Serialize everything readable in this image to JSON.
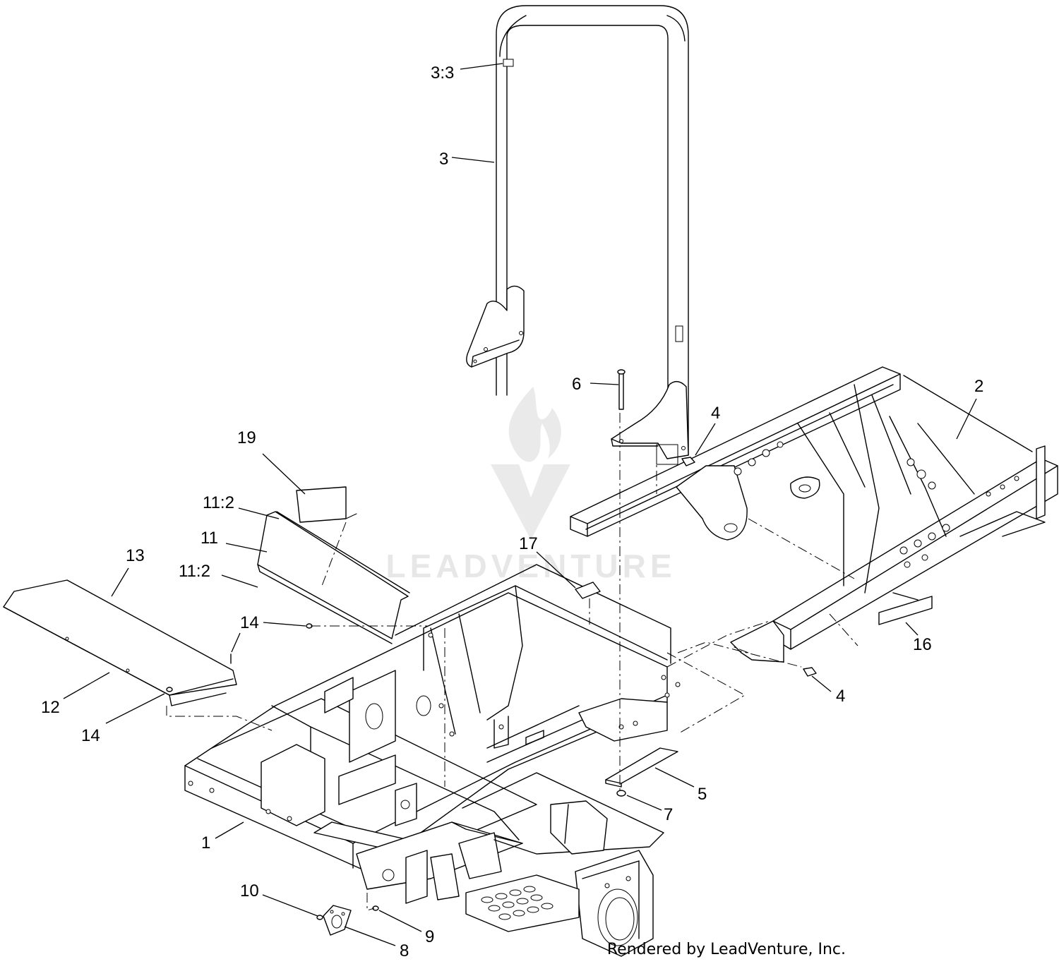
{
  "diagram": {
    "callouts": [
      {
        "id": "c-3-3",
        "text": "3:3"
      },
      {
        "id": "c-3",
        "text": "3"
      },
      {
        "id": "c-6",
        "text": "6"
      },
      {
        "id": "c-4a",
        "text": "4"
      },
      {
        "id": "c-2",
        "text": "2"
      },
      {
        "id": "c-19",
        "text": "19"
      },
      {
        "id": "c-11-2a",
        "text": "11:2"
      },
      {
        "id": "c-11",
        "text": "11"
      },
      {
        "id": "c-11-2b",
        "text": "11:2"
      },
      {
        "id": "c-13",
        "text": "13"
      },
      {
        "id": "c-17",
        "text": "17"
      },
      {
        "id": "c-14a",
        "text": "14"
      },
      {
        "id": "c-12",
        "text": "12"
      },
      {
        "id": "c-14b",
        "text": "14"
      },
      {
        "id": "c-16",
        "text": "16"
      },
      {
        "id": "c-4b",
        "text": "4"
      },
      {
        "id": "c-5",
        "text": "5"
      },
      {
        "id": "c-7",
        "text": "7"
      },
      {
        "id": "c-1",
        "text": "1"
      },
      {
        "id": "c-10",
        "text": "10"
      },
      {
        "id": "c-9",
        "text": "9"
      },
      {
        "id": "c-8",
        "text": "8"
      }
    ],
    "watermark": "LEADVENTURE",
    "footer": "Rendered by LeadVenture, Inc."
  }
}
